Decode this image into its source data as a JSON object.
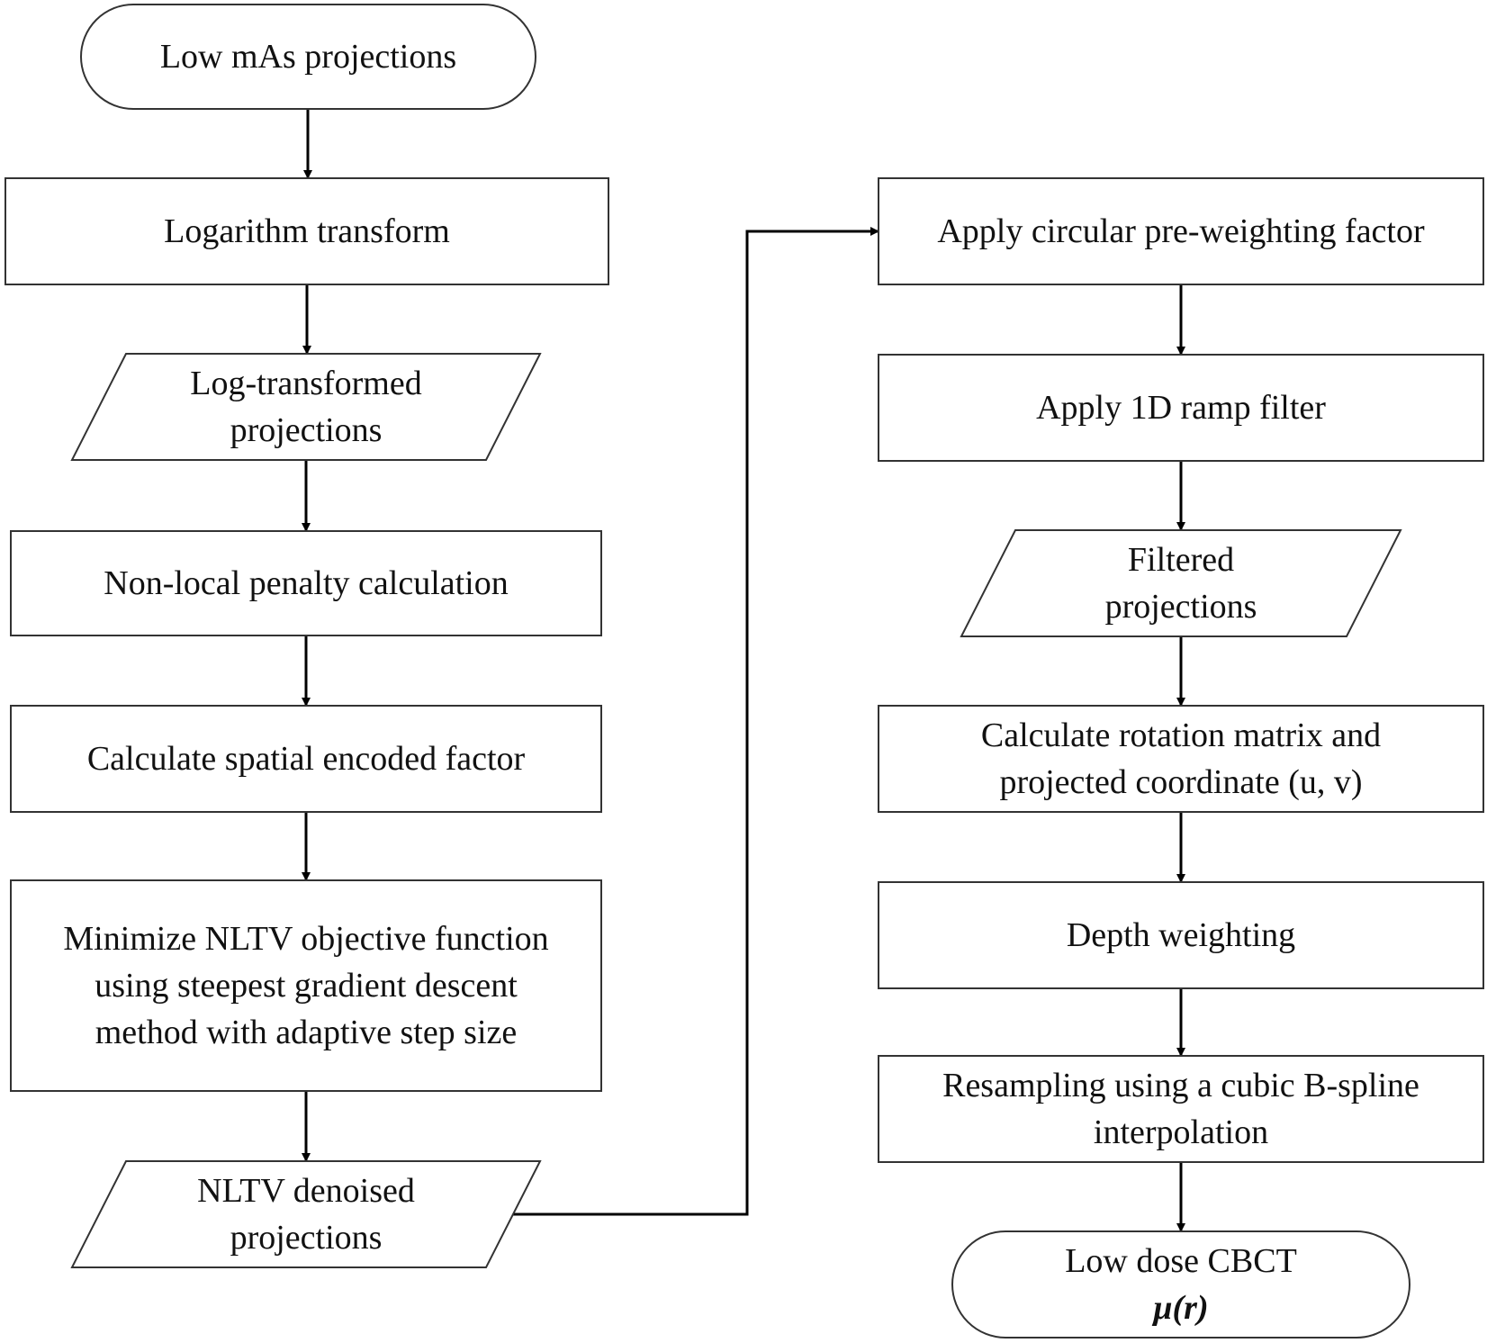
{
  "nodes": [
    {
      "id": "low-mas-projections",
      "shape": "terminal",
      "lines": [
        "Low mAs projections"
      ]
    },
    {
      "id": "logarithm-transform",
      "shape": "process",
      "lines": [
        "Logarithm transform"
      ]
    },
    {
      "id": "log-transformed-projections",
      "shape": "data",
      "lines": [
        "Log-transformed",
        "projections"
      ]
    },
    {
      "id": "non-local-penalty-calculation",
      "shape": "process",
      "lines": [
        "Non-local penalty calculation"
      ]
    },
    {
      "id": "calculate-spatial-encoded-factor",
      "shape": "process",
      "lines": [
        "Calculate spatial encoded factor"
      ]
    },
    {
      "id": "minimize-nltv-objective",
      "shape": "process",
      "lines": [
        "Minimize NLTV objective function",
        "using steepest gradient descent",
        "method with adaptive step size"
      ]
    },
    {
      "id": "nltv-denoised-projections",
      "shape": "data",
      "lines": [
        "NLTV denoised",
        "projections"
      ]
    },
    {
      "id": "apply-circular-pre-weighting",
      "shape": "process",
      "lines": [
        "Apply circular pre-weighting factor"
      ]
    },
    {
      "id": "apply-1d-ramp-filter",
      "shape": "process",
      "lines": [
        "Apply 1D ramp filter"
      ]
    },
    {
      "id": "filtered-projections",
      "shape": "data",
      "lines": [
        "Filtered",
        "projections"
      ]
    },
    {
      "id": "calculate-rotation-matrix",
      "shape": "process",
      "lines": [
        "Calculate rotation matrix and",
        "projected coordinate  (u, v)"
      ]
    },
    {
      "id": "depth-weighting",
      "shape": "process",
      "lines": [
        "Depth weighting"
      ]
    },
    {
      "id": "resampling-cubic-bspline",
      "shape": "process",
      "lines": [
        "Resampling using a cubic B-spline",
        "interpolation"
      ]
    },
    {
      "id": "low-dose-cbct",
      "shape": "terminal",
      "lines": [
        "Low dose CBCT"
      ],
      "formula": "μ(r)"
    }
  ],
  "edges": [
    [
      "low-mas-projections",
      "logarithm-transform"
    ],
    [
      "logarithm-transform",
      "log-transformed-projections"
    ],
    [
      "log-transformed-projections",
      "non-local-penalty-calculation"
    ],
    [
      "non-local-penalty-calculation",
      "calculate-spatial-encoded-factor"
    ],
    [
      "calculate-spatial-encoded-factor",
      "minimize-nltv-objective"
    ],
    [
      "minimize-nltv-objective",
      "nltv-denoised-projections"
    ],
    [
      "nltv-denoised-projections",
      "apply-circular-pre-weighting"
    ],
    [
      "apply-circular-pre-weighting",
      "apply-1d-ramp-filter"
    ],
    [
      "apply-1d-ramp-filter",
      "filtered-projections"
    ],
    [
      "filtered-projections",
      "calculate-rotation-matrix"
    ],
    [
      "calculate-rotation-matrix",
      "depth-weighting"
    ],
    [
      "depth-weighting",
      "resampling-cubic-bspline"
    ],
    [
      "resampling-cubic-bspline",
      "low-dose-cbct"
    ]
  ]
}
